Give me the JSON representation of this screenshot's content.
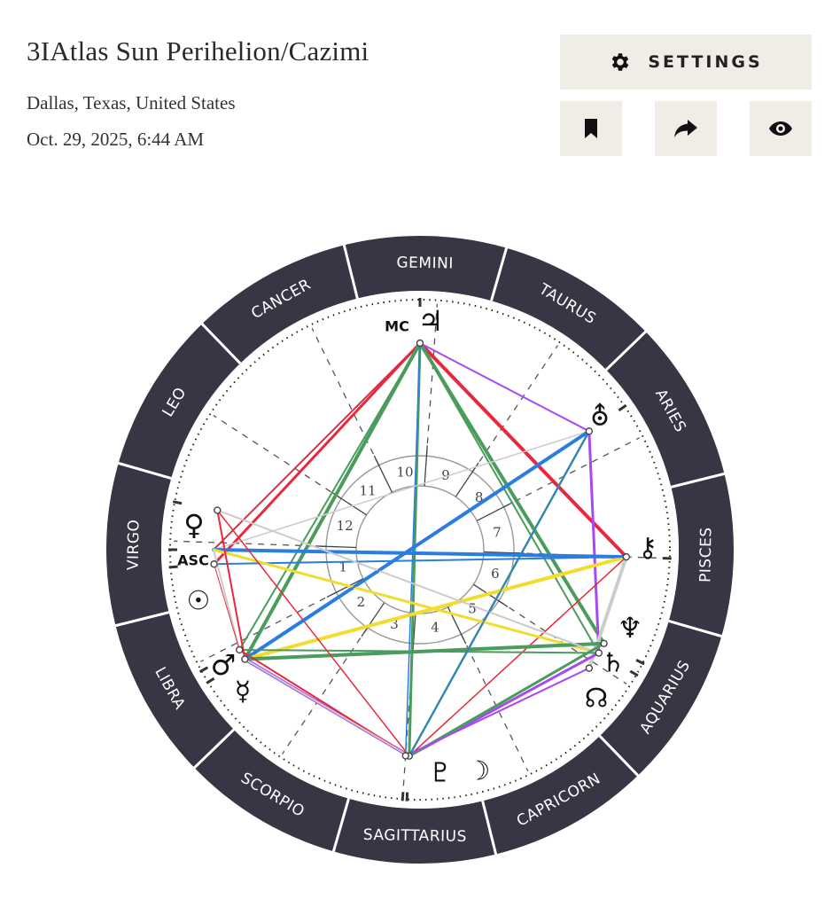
{
  "header": {
    "title": "3IAtlas Sun Perihelion/Cazimi",
    "location": "Dallas, Texas, United States",
    "datetime": "Oct. 29, 2025, 6:44 AM"
  },
  "toolbar": {
    "settings_label": "SETTINGS",
    "settings_icon": "gear-icon",
    "bookmark_icon": "bookmark-icon",
    "share_icon": "share-icon",
    "view_icon": "eye-icon"
  },
  "wheel": {
    "signs": [
      "ARIES",
      "TAURUS",
      "GEMINI",
      "CANCER",
      "LEO",
      "VIRGO",
      "LIBRA",
      "SCORPIO",
      "SAGITTARIUS",
      "CAPRICORN",
      "AQUARIUS",
      "PISCES"
    ],
    "houses": [
      "1",
      "2",
      "3",
      "4",
      "5",
      "6",
      "7",
      "8",
      "9",
      "10",
      "11",
      "12"
    ],
    "axes": {
      "asc": "ASC",
      "mc": "MC"
    },
    "planets": [
      {
        "name": "jupiter",
        "glyph": "♃"
      },
      {
        "name": "uranus",
        "glyph": "⛢"
      },
      {
        "name": "chiron",
        "glyph": "⚷"
      },
      {
        "name": "neptune",
        "glyph": "♆"
      },
      {
        "name": "saturn",
        "glyph": "♄"
      },
      {
        "name": "north-node",
        "glyph": "☊"
      },
      {
        "name": "moon",
        "glyph": "☽"
      },
      {
        "name": "pluto",
        "glyph": "♇"
      },
      {
        "name": "mercury",
        "glyph": "☿"
      },
      {
        "name": "mars",
        "glyph": "♂"
      },
      {
        "name": "sun",
        "glyph": "☉"
      },
      {
        "name": "venus",
        "glyph": "♀"
      }
    ],
    "aspect_colors": {
      "trine": "#4a9c5d",
      "square": "#e8283c",
      "sextile": "#2b7de0",
      "opposition": "#2b7de0",
      "quincunx": "#a74af0",
      "conjunction": "#cccccc",
      "yellow": "#f2dc2e"
    }
  }
}
